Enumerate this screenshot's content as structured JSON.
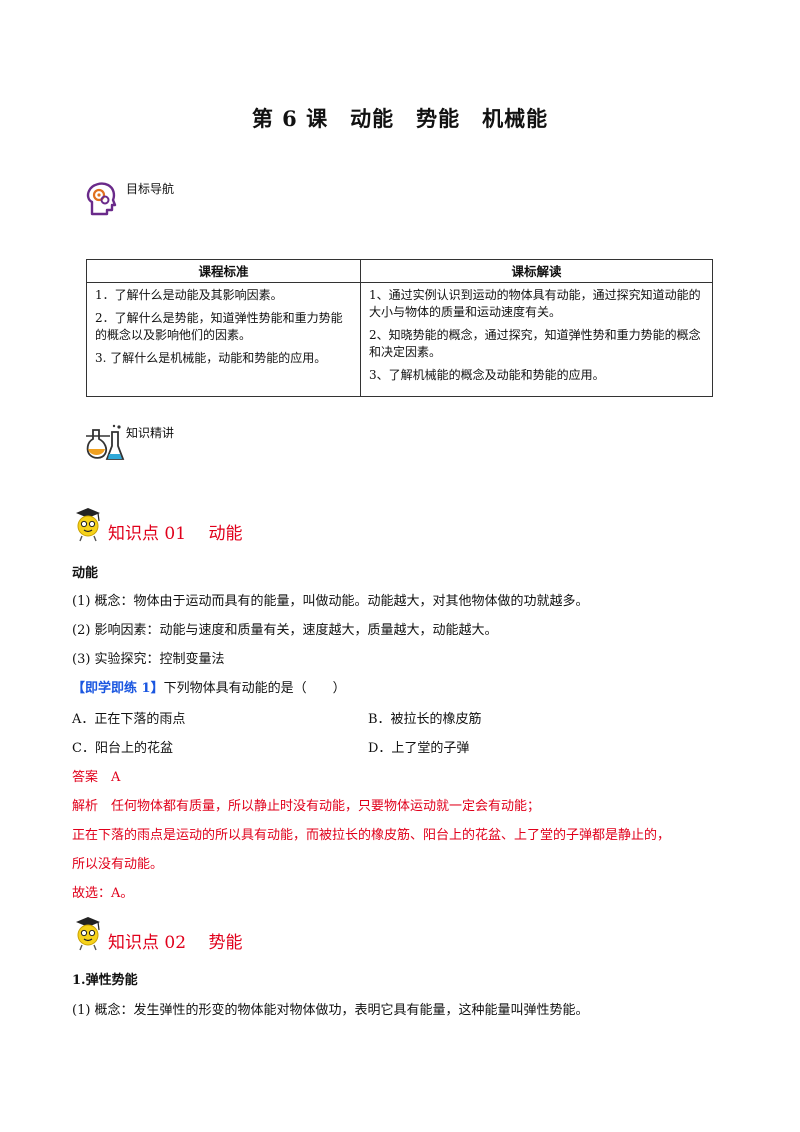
{
  "title": "第 6 课　动能　势能　机械能",
  "nav_label": "目标导航",
  "table": {
    "headers": [
      "课程标准",
      "课标解读"
    ],
    "left": [
      "1．了解什么是动能及其影响因素。",
      "2．了解什么是势能，知道弹性势能和重力势能的概念以及影响他们的因素。",
      "3. 了解什么是机械能，动能和势能的应用。"
    ],
    "right": [
      "1、通过实例认识到运动的物体具有动能，通过探究知道动能的大小与物体的质量和运动速度有关。",
      "2、知晓势能的概念，通过探究，知道弹性势和重力势能的概念和决定因素。",
      "3、了解机械能的概念及动能和势能的应用。"
    ]
  },
  "explain_label": "知识精讲",
  "kp1": {
    "title": "知识点 01　 动能",
    "heading": "动能",
    "items": [
      "(1)  概念：物体由于运动而具有的能量，叫做动能。动能越大，对其他物体做的功就越多。",
      "(2)  影响因素：动能与速度和质量有关，速度越大，质量越大，动能越大。",
      "(3)  实验探究：控制变量法"
    ],
    "practice_tag": "【即学即练 1】",
    "practice_question": "下列物体具有动能的是（　　）",
    "options": [
      "A．正在下落的雨点",
      "B．被拉长的橡皮筋",
      "C．阳台上的花盆",
      "D．上了堂的子弹"
    ],
    "answer": "答案　A",
    "analysis": [
      "解析　任何物体都有质量，所以静止时没有动能，只要物体运动就一定会有动能；",
      "正在下落的雨点是运动的所以具有动能，而被拉长的橡皮筋、阳台上的花盆、上了堂的子弹都是静止的，",
      "所以没有动能。",
      "故选：A。"
    ]
  },
  "kp2": {
    "title": "知识点 02　 势能",
    "heading": "1.弹性势能",
    "items": [
      "(1)  概念：发生弹性的形变的物体能对物体做功，表明它具有能量，这种能量叫弹性势能。"
    ]
  }
}
